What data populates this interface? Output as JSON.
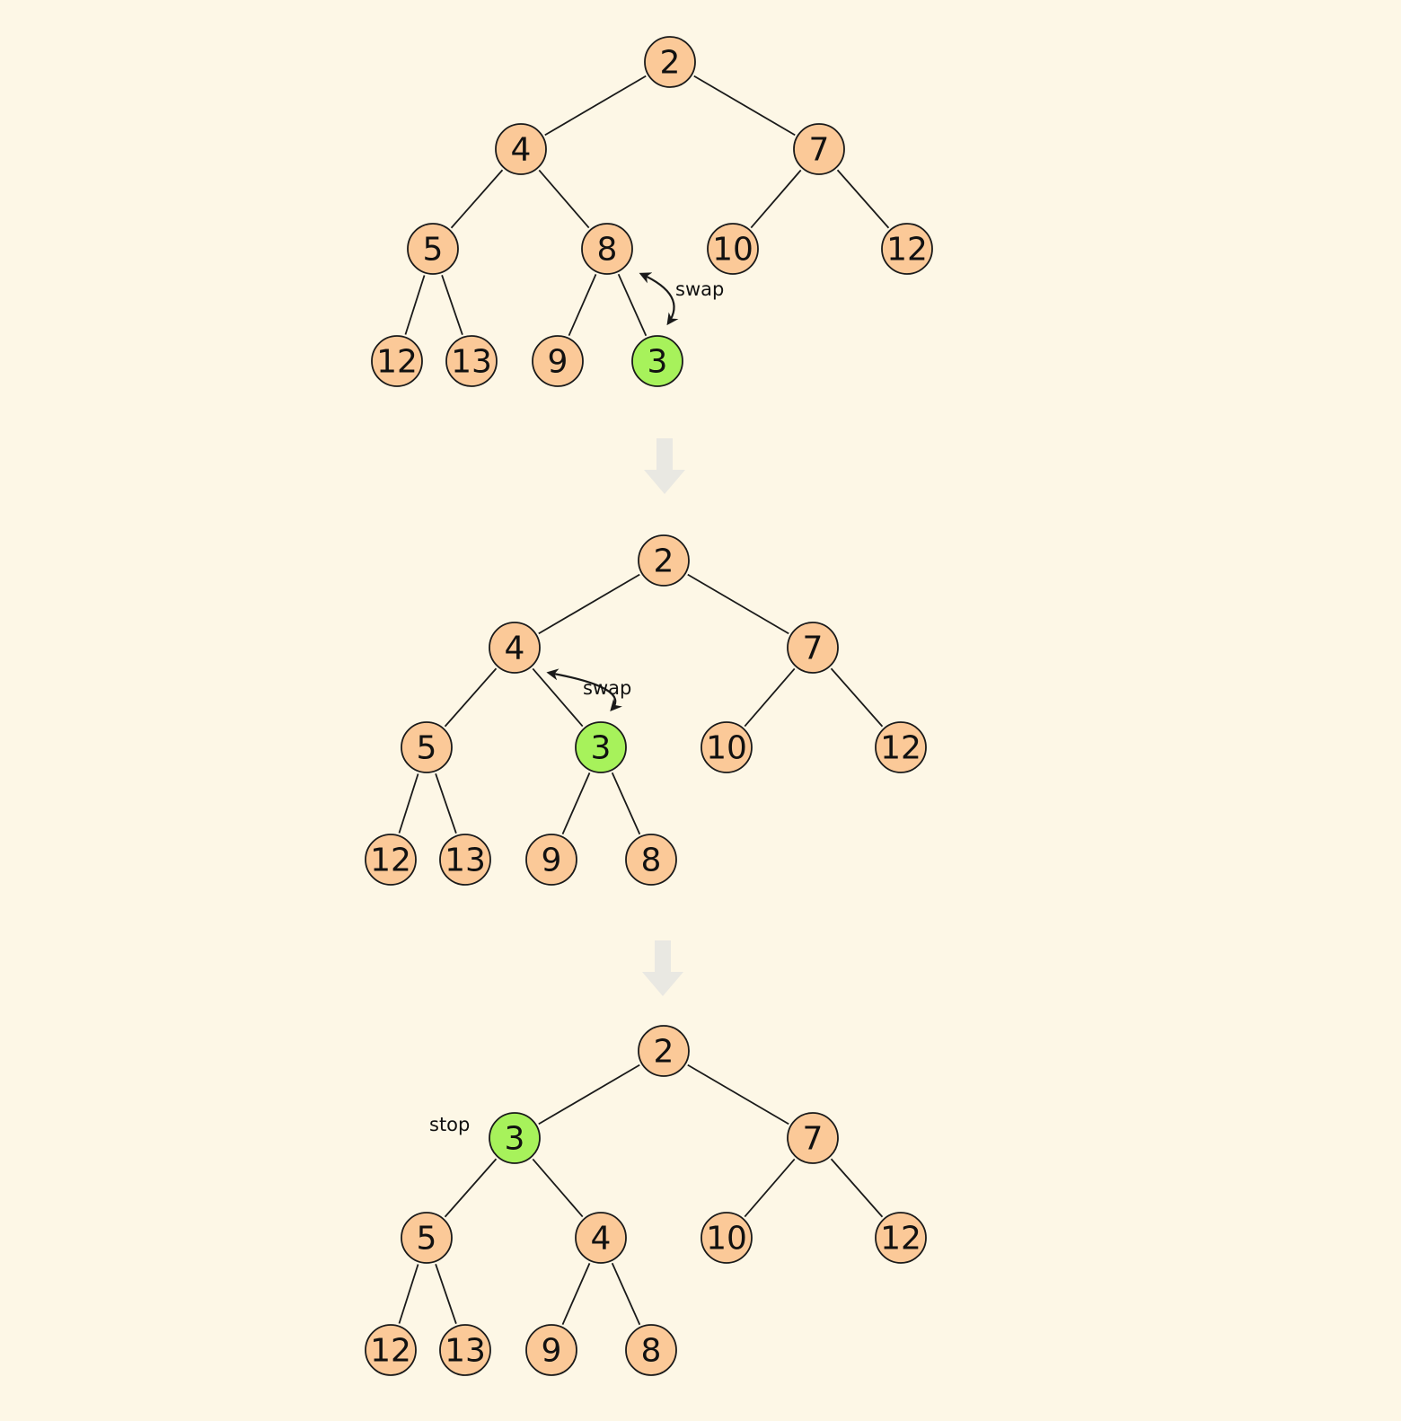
{
  "colors": {
    "background": "#fdf7e6",
    "node_fill": "#fbc998",
    "highlight_fill": "#a7f25b",
    "stroke": "#1a1a1a",
    "step_arrow": "#e9e8e2"
  },
  "step_arrow_icon": "down-arrow-icon",
  "swap_arrow_icon": "curved-double-arrow-icon",
  "steps": [
    {
      "nodes": [
        "2",
        "4",
        "7",
        "5",
        "8",
        "10",
        "12",
        "12",
        "13",
        "9",
        "3"
      ],
      "highlight_index": 10,
      "annotation": {
        "text": "swap",
        "type": "swap",
        "between": [
          4,
          10
        ]
      }
    },
    {
      "nodes": [
        "2",
        "4",
        "7",
        "5",
        "3",
        "10",
        "12",
        "12",
        "13",
        "9",
        "8"
      ],
      "highlight_index": 4,
      "annotation": {
        "text": "swap",
        "type": "swap",
        "between": [
          1,
          4
        ]
      }
    },
    {
      "nodes": [
        "2",
        "3",
        "7",
        "5",
        "4",
        "10",
        "12",
        "12",
        "13",
        "9",
        "8"
      ],
      "highlight_index": 1,
      "annotation": {
        "text": "stop",
        "type": "label",
        "at": 1
      }
    }
  ]
}
